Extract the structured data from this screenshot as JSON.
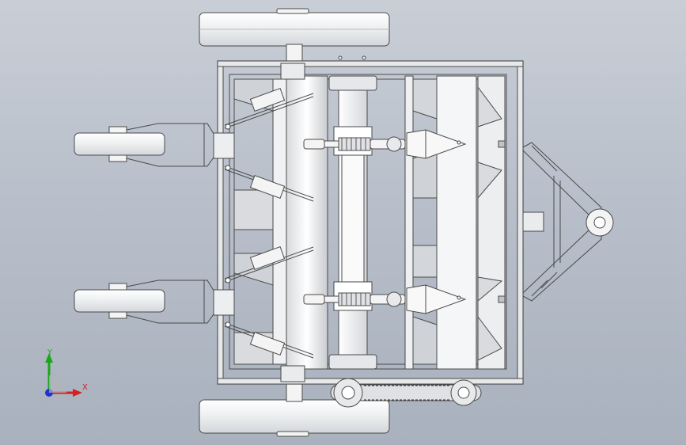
{
  "viewport": {
    "background_top": "#c9ced6",
    "background_bottom": "#a9b1be"
  },
  "model": {
    "type": "cad-assembly-top-view",
    "line_color": "#4a4a4a",
    "fill_color": "#f4f4f4",
    "shade_color": "#cfd2d6"
  },
  "triad": {
    "x_label": "X",
    "y_label": "Y",
    "x_color": "#d22222",
    "y_color": "#1aa51a",
    "z_color": "#2233cc"
  }
}
